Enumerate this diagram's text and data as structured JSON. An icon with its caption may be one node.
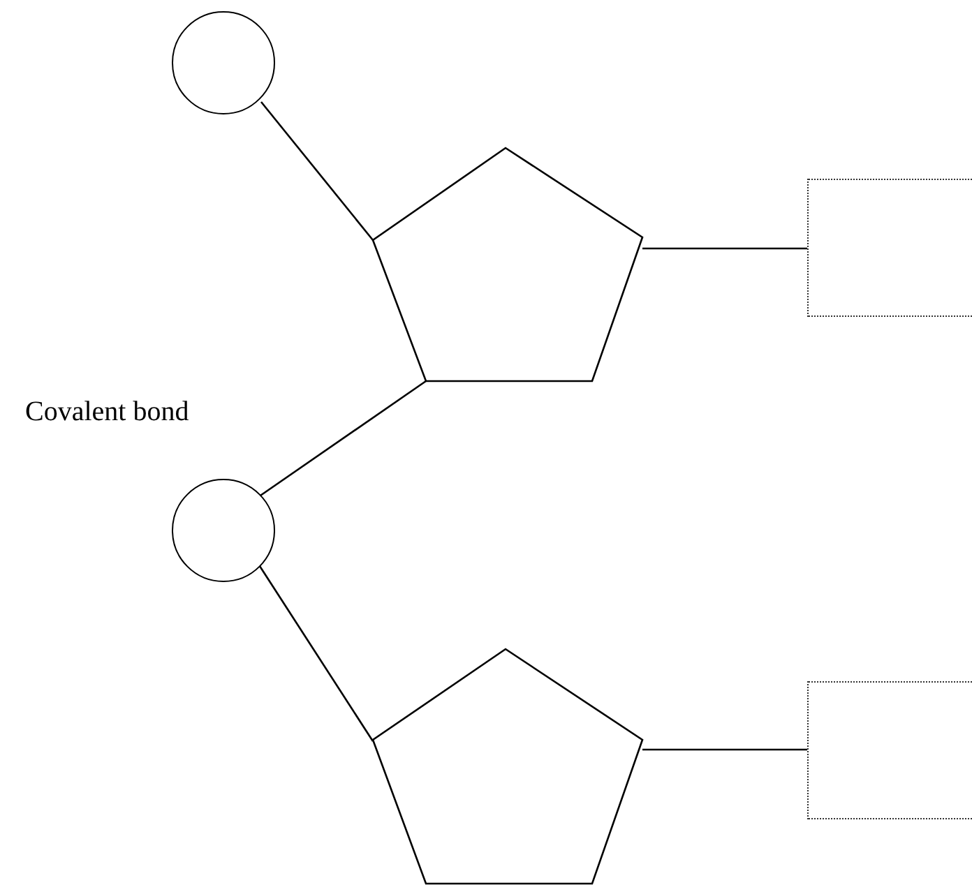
{
  "diagram": {
    "nodes": [
      {
        "text": [],
        "shape": "circle"
      },
      {
        "text": [],
        "shape": "pentagon"
      },
      {
        "text": [],
        "shape": "box"
      },
      {
        "text": [],
        "shape": "circle"
      },
      {
        "text": [],
        "shape": "pentagon"
      },
      {
        "text": [],
        "shape": "box"
      }
    ],
    "edges": [
      {
        "from": 0,
        "to": 1,
        "arrow": "none"
      },
      {
        "from": 1,
        "to": 2,
        "arrow": "none"
      },
      {
        "from": 1,
        "to": 3,
        "arrow": "none",
        "label": "Covalent bond"
      },
      {
        "from": 3,
        "to": 4,
        "arrow": "none"
      },
      {
        "from": 4,
        "to": 5,
        "arrow": "none"
      }
    ]
  }
}
